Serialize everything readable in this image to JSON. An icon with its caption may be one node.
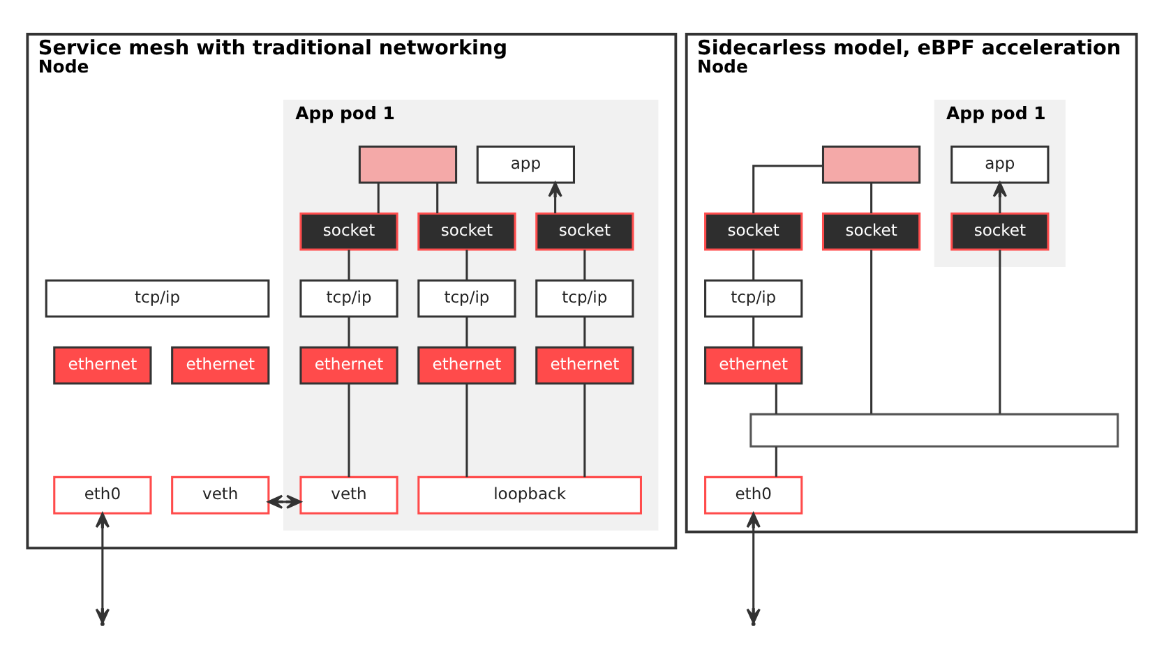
{
  "diagram": {
    "nodes": [
      {
        "text": [
          "Service mesh with traditional networking",
          "Node"
        ]
      },
      {
        "text": [
          "App pod 1"
        ],
        "in": 0
      },
      {
        "text": [],
        "shape": "box",
        "in": 1
      },
      {
        "text": [
          "app"
        ],
        "in": 1
      },
      {
        "text": [
          "socket"
        ],
        "in": 1
      },
      {
        "text": [
          "socket"
        ],
        "in": 1
      },
      {
        "text": [
          "socket"
        ],
        "in": 1
      },
      {
        "text": [
          "tcp/ip"
        ],
        "in": 0
      },
      {
        "text": [
          "tcp/ip"
        ],
        "in": 1
      },
      {
        "text": [
          "tcp/ip"
        ],
        "in": 1
      },
      {
        "text": [
          "tcp/ip"
        ],
        "in": 1
      },
      {
        "text": [
          "ethernet"
        ],
        "in": 0
      },
      {
        "text": [
          "ethernet"
        ],
        "in": 0
      },
      {
        "text": [
          "ethernet"
        ],
        "in": 1
      },
      {
        "text": [
          "ethernet"
        ],
        "in": 1
      },
      {
        "text": [
          "ethernet"
        ],
        "in": 1
      },
      {
        "text": [
          "eth0"
        ],
        "in": 0
      },
      {
        "text": [
          "veth"
        ],
        "in": 0
      },
      {
        "text": [
          "veth"
        ],
        "in": 1
      },
      {
        "text": [
          "loopback"
        ],
        "in": 1
      },
      {
        "text": [
          "Sidecarless model, eBPF acceleration",
          "Node"
        ]
      },
      {
        "text": [
          "App pod 1"
        ],
        "in": 20
      },
      {
        "text": [],
        "shape": "box",
        "in": 20
      },
      {
        "text": [
          "app"
        ],
        "in": 21
      },
      {
        "text": [
          "socket"
        ],
        "in": 20
      },
      {
        "text": [
          "socket"
        ],
        "in": 20
      },
      {
        "text": [
          "socket"
        ],
        "in": 21
      },
      {
        "text": [
          "tcp/ip"
        ],
        "in": 20
      },
      {
        "text": [
          "ethernet"
        ],
        "in": 20
      },
      {
        "text": [],
        "shape": "bar",
        "in": 20
      },
      {
        "text": [
          "eth0"
        ],
        "in": 20
      }
    ],
    "edges": [
      {
        "from": 2,
        "to": 4,
        "arrow": "none"
      },
      {
        "from": 2,
        "to": 5,
        "arrow": "none"
      },
      {
        "from": 6,
        "to": 3,
        "arrow": "to"
      },
      {
        "from": 4,
        "to": 8,
        "arrow": "none"
      },
      {
        "from": 5,
        "to": 9,
        "arrow": "none"
      },
      {
        "from": 6,
        "to": 10,
        "arrow": "none"
      },
      {
        "from": 8,
        "to": 13,
        "arrow": "none"
      },
      {
        "from": 9,
        "to": 14,
        "arrow": "none"
      },
      {
        "from": 10,
        "to": 15,
        "arrow": "none"
      },
      {
        "from": 13,
        "to": 18,
        "arrow": "none"
      },
      {
        "from": 14,
        "to": 19,
        "arrow": "none"
      },
      {
        "from": 15,
        "to": 19,
        "arrow": "none"
      },
      {
        "from": 17,
        "to": 18,
        "arrow": "both"
      },
      {
        "from": 16,
        "to": null,
        "arrow": "both"
      },
      {
        "from": 22,
        "to": 24,
        "arrow": "none"
      },
      {
        "from": 22,
        "to": 25,
        "arrow": "none"
      },
      {
        "from": 26,
        "to": 23,
        "arrow": "to"
      },
      {
        "from": 24,
        "to": 27,
        "arrow": "none"
      },
      {
        "from": 27,
        "to": 28,
        "arrow": "none"
      },
      {
        "from": 28,
        "to": 29,
        "arrow": "none"
      },
      {
        "from": 25,
        "to": 29,
        "arrow": "none"
      },
      {
        "from": 26,
        "to": 29,
        "arrow": "none"
      },
      {
        "from": 29,
        "to": 30,
        "arrow": "none"
      },
      {
        "from": 30,
        "to": null,
        "arrow": "both"
      }
    ]
  }
}
